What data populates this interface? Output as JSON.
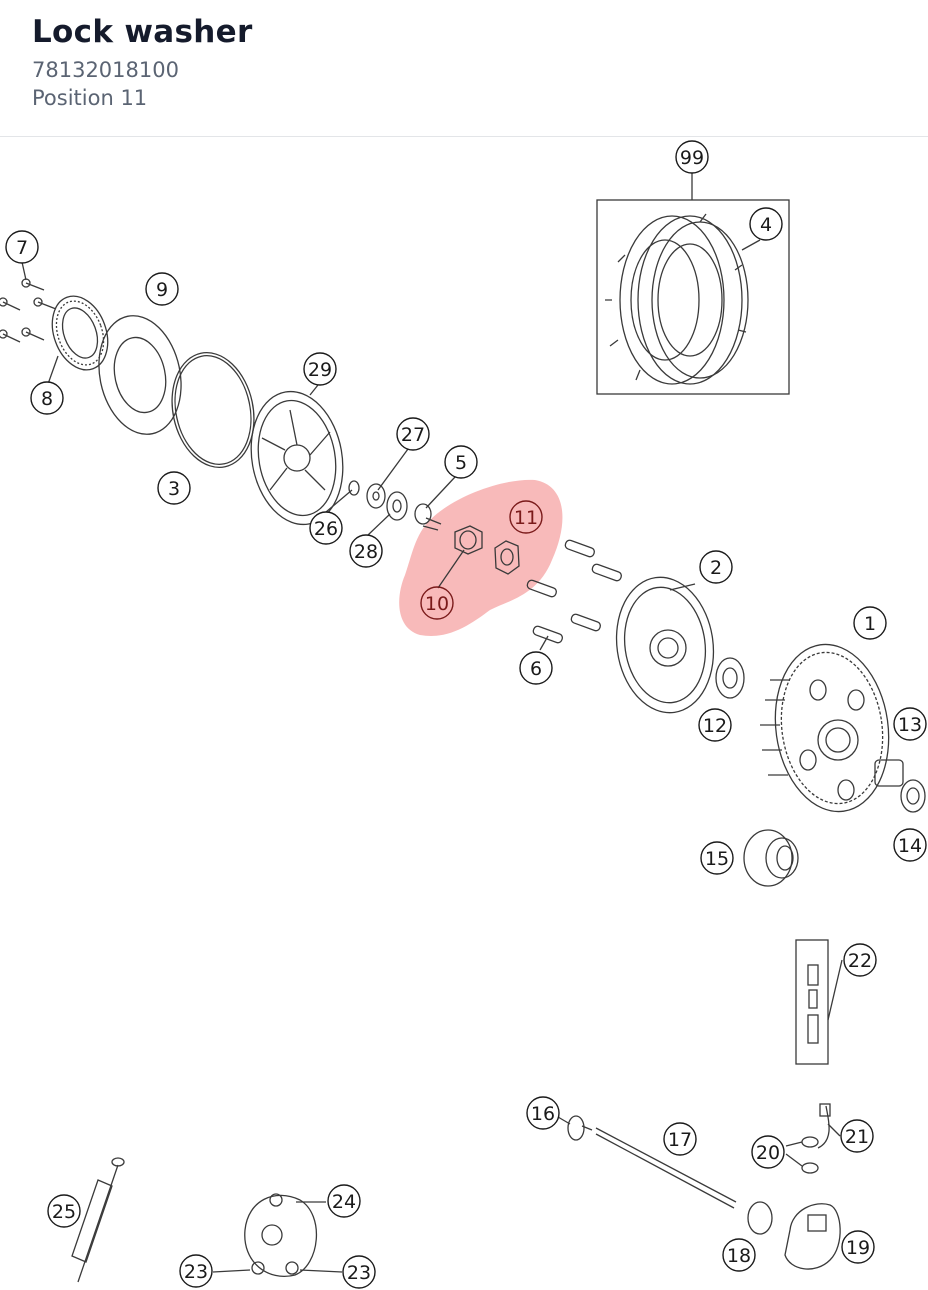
{
  "header": {
    "title": "Lock washer",
    "part_number": "78132018100",
    "position": "Position 11"
  },
  "highlight_color": "#f5a3a3",
  "callouts": [
    {
      "id": "99",
      "label": "99"
    },
    {
      "id": "4",
      "label": "4"
    },
    {
      "id": "7",
      "label": "7"
    },
    {
      "id": "9",
      "label": "9"
    },
    {
      "id": "8",
      "label": "8"
    },
    {
      "id": "29",
      "label": "29"
    },
    {
      "id": "3",
      "label": "3"
    },
    {
      "id": "27",
      "label": "27"
    },
    {
      "id": "5",
      "label": "5"
    },
    {
      "id": "11",
      "label": "11"
    },
    {
      "id": "26",
      "label": "26"
    },
    {
      "id": "28",
      "label": "28"
    },
    {
      "id": "10",
      "label": "10"
    },
    {
      "id": "2",
      "label": "2"
    },
    {
      "id": "1",
      "label": "1"
    },
    {
      "id": "6",
      "label": "6"
    },
    {
      "id": "12",
      "label": "12"
    },
    {
      "id": "13",
      "label": "13"
    },
    {
      "id": "14",
      "label": "14"
    },
    {
      "id": "15",
      "label": "15"
    },
    {
      "id": "22",
      "label": "22"
    },
    {
      "id": "16",
      "label": "16"
    },
    {
      "id": "17",
      "label": "17"
    },
    {
      "id": "21",
      "label": "21"
    },
    {
      "id": "20",
      "label": "20"
    },
    {
      "id": "25",
      "label": "25"
    },
    {
      "id": "24",
      "label": "24"
    },
    {
      "id": "18",
      "label": "18"
    },
    {
      "id": "19",
      "label": "19"
    },
    {
      "id": "23a",
      "label": "23"
    },
    {
      "id": "23b",
      "label": "23"
    }
  ]
}
